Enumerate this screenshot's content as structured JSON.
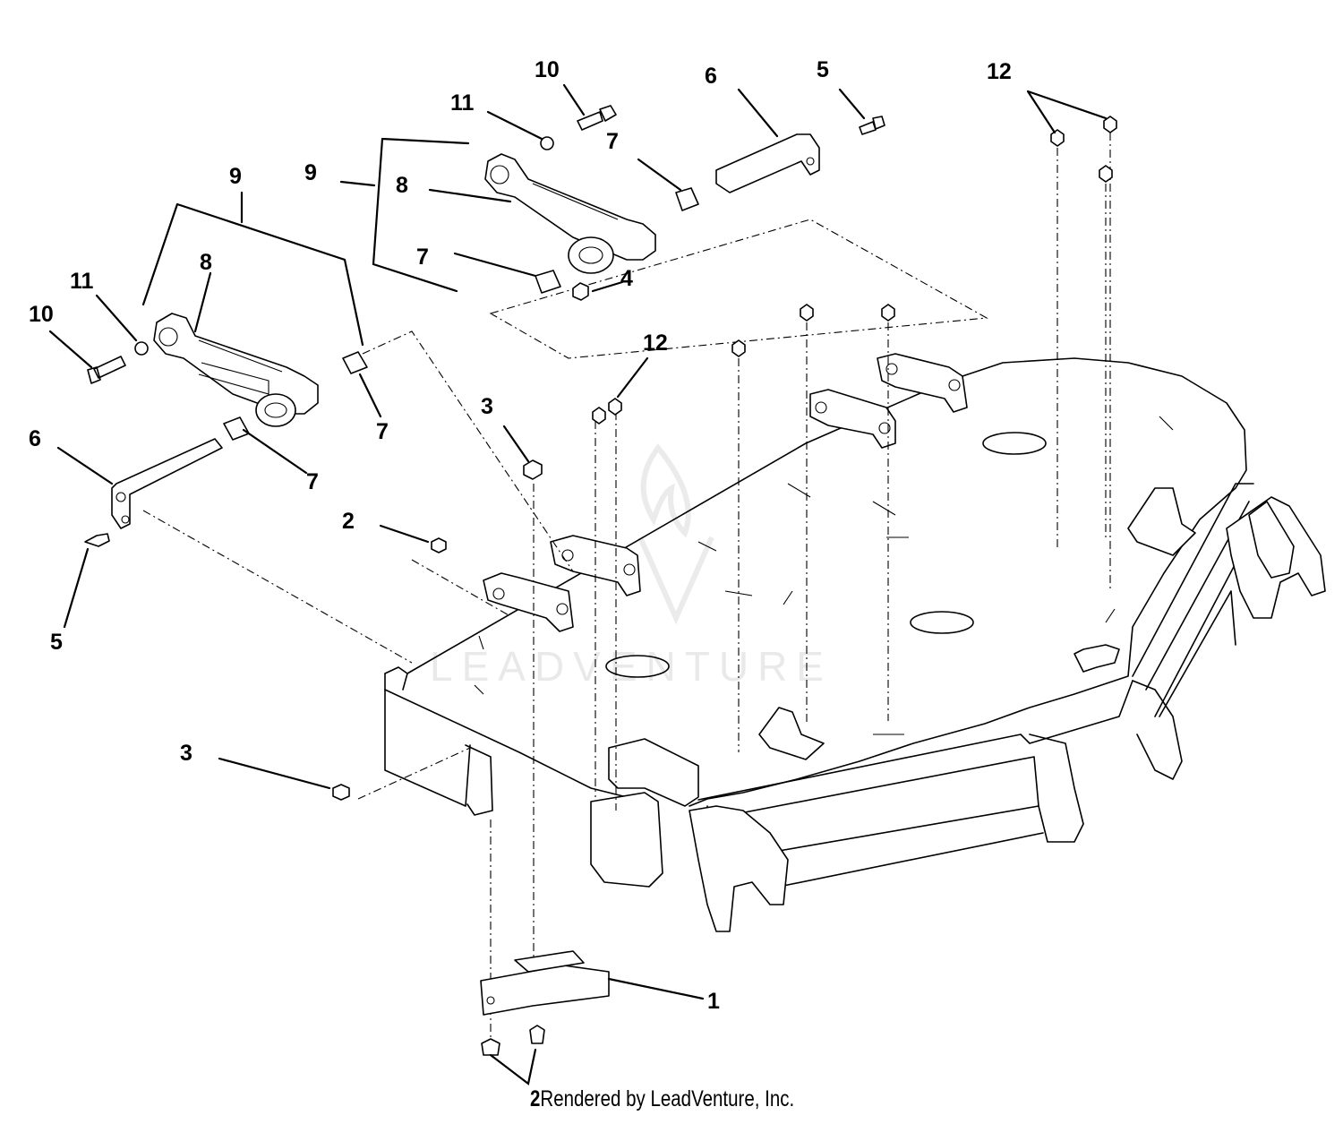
{
  "watermark": "LEADVENTURE",
  "credit": {
    "number": "2",
    "text": "Rendered by LeadVenture, Inc."
  },
  "callouts": {
    "c1": "1",
    "c2a": "2",
    "c3a": "3",
    "c3b": "3",
    "c4": "4",
    "c5a": "5",
    "c5b": "5",
    "c6a": "6",
    "c6b": "6",
    "c7a": "7",
    "c7b": "7",
    "c7c": "7",
    "c7d": "7",
    "c8a": "8",
    "c8b": "8",
    "c9a": "9",
    "c9b": "9",
    "c10a": "10",
    "c10b": "10",
    "c11a": "11",
    "c11b": "11",
    "c12a": "12",
    "c12b": "12"
  }
}
